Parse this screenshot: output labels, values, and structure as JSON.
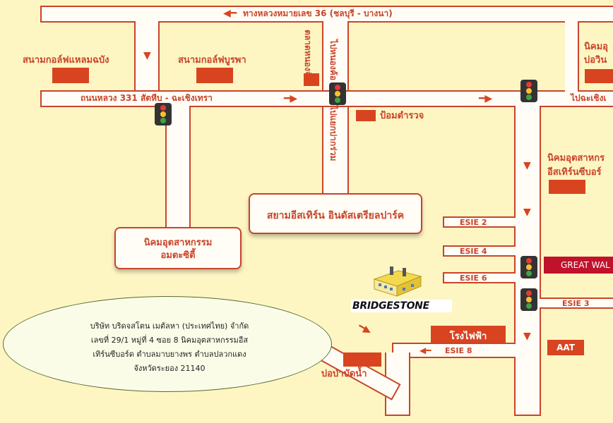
{
  "labels": {
    "hwy36": "ทางหลวงหมายเลข 36 (ชลบุรี - บางนา)",
    "hwy331": "ถนนหลวง 331 สัตหีบ - ฉะเชิงเทรา",
    "to_chachoengsao": "ไปฉะเชิงเ",
    "golf_laemchabang": "สนามกอล์ฟแหลมฉบัง",
    "golf_burapha": "สนามกอล์ฟบูรพา",
    "market": "ตลาดหนองจับ",
    "to_nongkho": "ไปหนองค้อ",
    "to_plaakkrabuang": "ไปแยกปากร่วม",
    "police": "ป้อมตำรวจ",
    "ie_north_1": "นิคมอุ",
    "ie_north_2": "บ่อวิน",
    "ie_east_1": "นิคมอุตสาหกร",
    "ie_east_2": "อีสเทิร์นซีบอร์",
    "siam_eastern": "สยามอีสเทิร์น อินดัสเตรียลปาร์ค",
    "amata_1": "นิคมอุตสาหกรรม",
    "amata_2": "อมตะซิตี้",
    "esie2": "ESIE 2",
    "esie4": "ESIE 4",
    "esie6": "ESIE 6",
    "esie3": "ESIE 3",
    "esie8": "ESIE 8",
    "great_wall": "GREAT WAL",
    "aat": "AAT",
    "power_plant": "โรงไฟฟ้า",
    "water_treatment": "บ่อบำบัดน้ำ",
    "bridgestone": "BRIDGESTONE"
  },
  "address": {
    "line1": "บริษัท บริดจสโตน เมตัลหา (ประเทศไทย) จำกัด",
    "line2": "เลขที่ 29/1 หมู่ที่ 4 ซอย 8 นิคมอุตสาหกรรมอีส",
    "line3": "เทิร์นซีบอร์ด ตำบลมาบยางพร ตำบลปลวกแดง",
    "line4": "จังหวัดระยอง 21140"
  },
  "icons": [
    "traffic-light-icon",
    "arrow-icon",
    "factory-icon"
  ],
  "colors": {
    "road_border": "#c9442a",
    "marker": "#d8441f",
    "background": "#fdf6c3",
    "great_wall": "#c0122b"
  }
}
